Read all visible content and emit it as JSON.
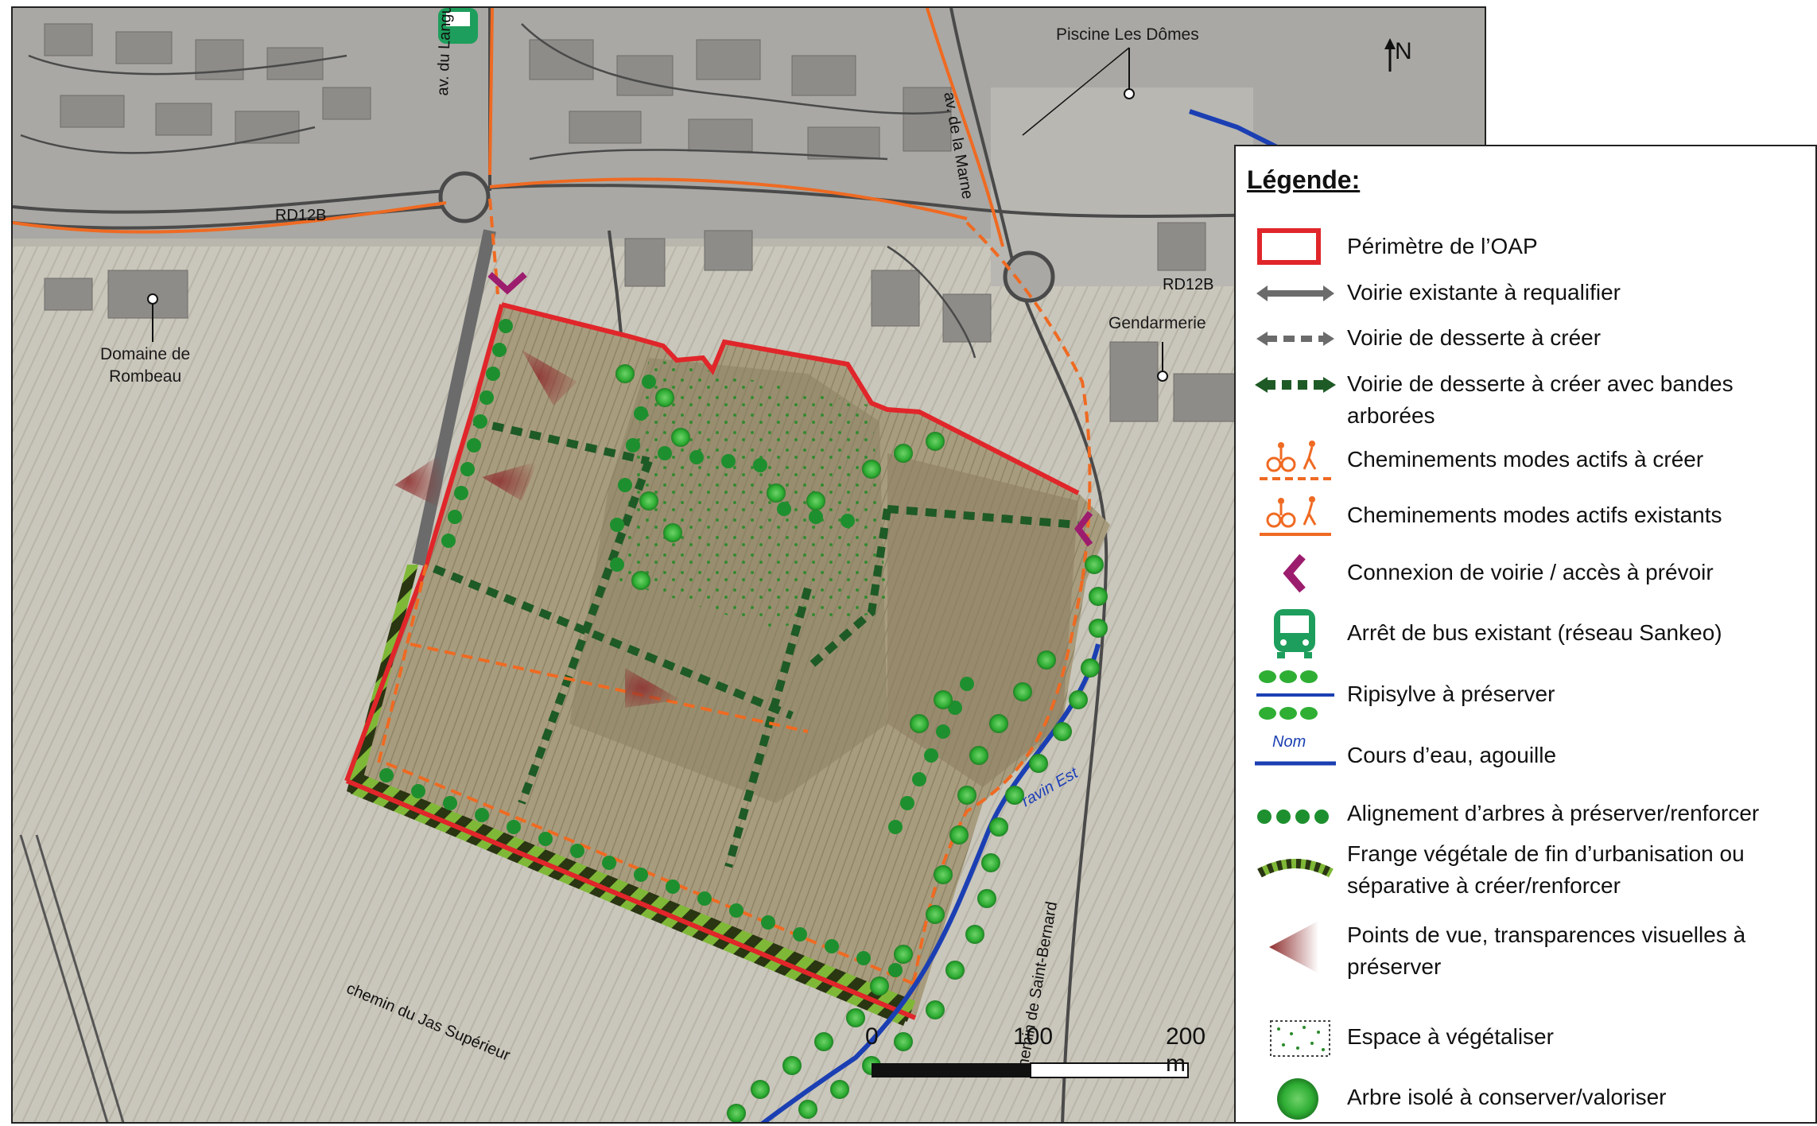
{
  "map": {
    "north_label": "N",
    "place_labels": {
      "piscine": "Piscine Les Dômes",
      "gendarmerie": "Gendarmerie",
      "domaine": "Domaine de\nRombeau"
    },
    "road_labels": {
      "rd12b_west": "RD12B",
      "rd12b_east": "RD12B",
      "languedoc": "av. du Languedoc",
      "marne": "av. de la Marne",
      "jas": "chemin du Jas Supérieur",
      "saint_bernard": "chemin de Saint-Bernard"
    },
    "water_labels": {
      "ravin": "ravin Est"
    },
    "scale": {
      "zero": "0",
      "mid": "100",
      "end": "200 m"
    },
    "colors": {
      "perimeter": "#e0262a",
      "road_existing": "#6b6b6b",
      "active_mode": "#ef6a22",
      "access": "#9c1c6e",
      "bus": "#1e9e5c",
      "green_dots": "#1e8f2e",
      "tree_green": "#3bbf3b",
      "dark_green": "#1e5a25",
      "water": "#1b3fb3",
      "frange_dark": "#2a3512",
      "frange_light": "#7fb837",
      "viewpoint": "#8e2e2e"
    }
  },
  "legend": {
    "title": "Légende:",
    "items": [
      {
        "symbol": "perimeter-symbol",
        "label": "Périmètre de l’OAP"
      },
      {
        "symbol": "road-existing-symbol",
        "label": "Voirie existante à requalifier"
      },
      {
        "symbol": "road-new-symbol",
        "label": "Voirie de desserte à créer"
      },
      {
        "symbol": "road-new-trees-symbol",
        "label": "Voirie de desserte à créer avec bandes arborées"
      },
      {
        "symbol": "active-new-symbol",
        "label": "Cheminements modes actifs à créer"
      },
      {
        "symbol": "active-existing-symbol",
        "label": "Cheminements modes actifs existants"
      },
      {
        "symbol": "access-symbol",
        "label": "Connexion de voirie / accès à prévoir"
      },
      {
        "symbol": "bus-stop-icon",
        "label": "Arrêt de bus existant (réseau Sankeo)"
      },
      {
        "symbol": "ripisylve-symbol",
        "label": "Ripisylve à préserver"
      },
      {
        "symbol": "watercourse-symbol",
        "label": "Cours d’eau, agouille",
        "sample": "Nom"
      },
      {
        "symbol": "tree-alignment-symbol",
        "label": "Alignement d’arbres à préserver/renforcer"
      },
      {
        "symbol": "frange-symbol",
        "label": "Frange végétale de fin d’urbanisation ou séparative à créer/renforcer"
      },
      {
        "symbol": "viewpoint-symbol",
        "label": "Points de vue, transparences visuelles à préserver"
      },
      {
        "symbol": "green-space-symbol",
        "label": "Espace à végétaliser"
      },
      {
        "symbol": "isolated-tree-icon",
        "label": "Arbre isolé à conserver/valoriser"
      }
    ]
  }
}
